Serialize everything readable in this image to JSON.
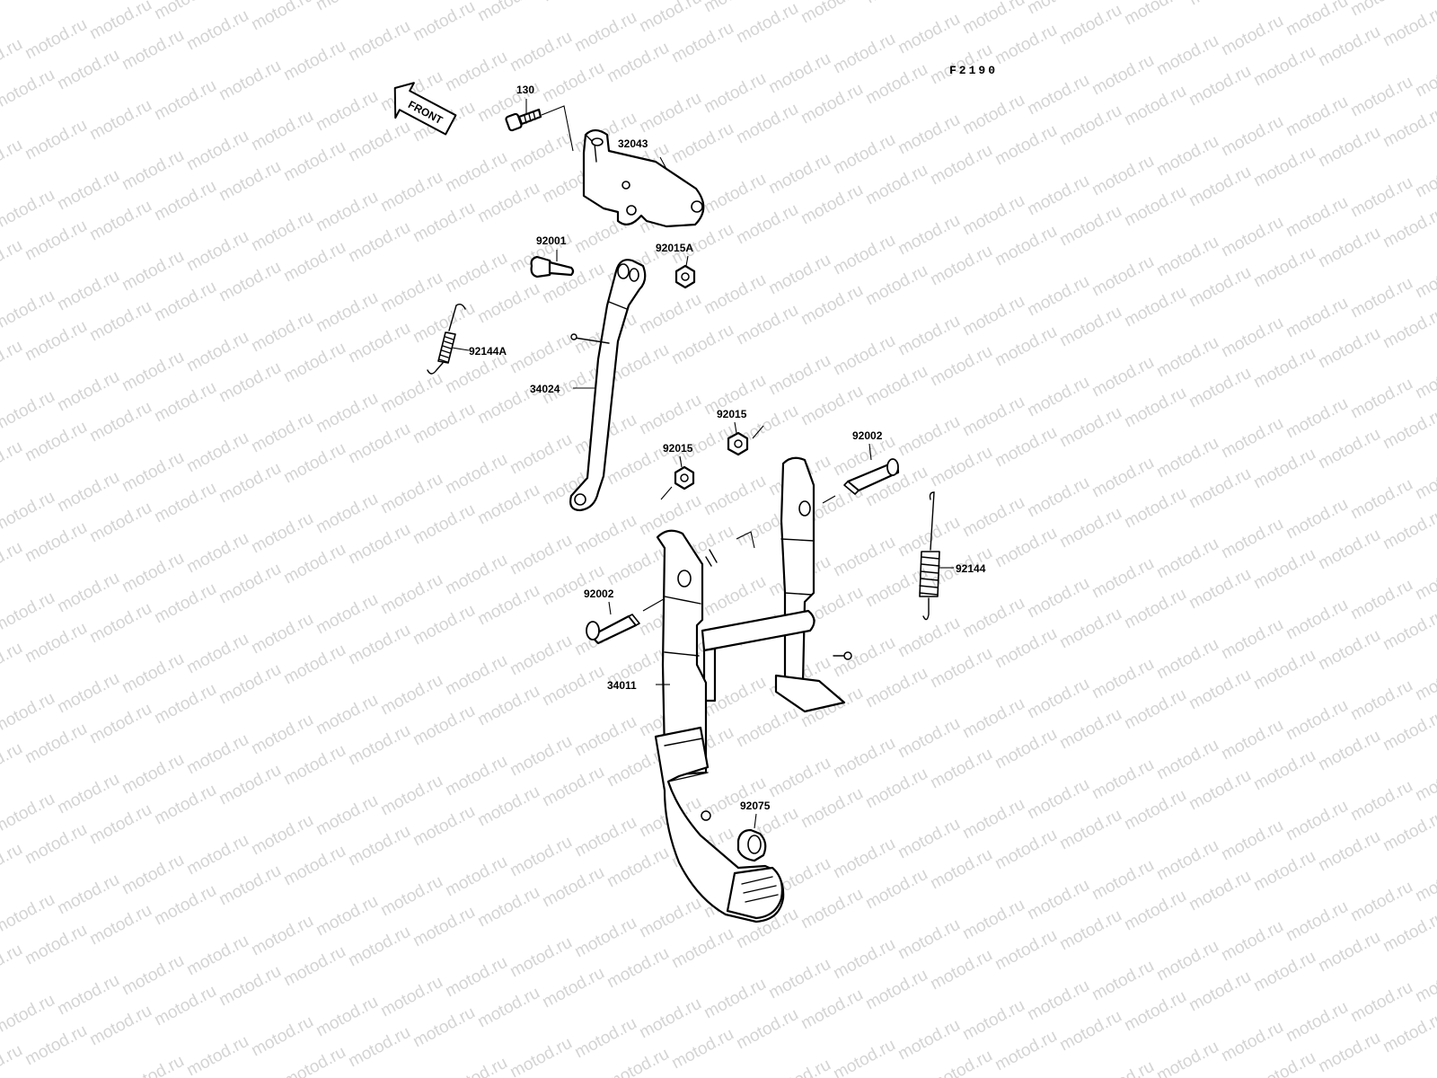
{
  "diagram_code": "F2190",
  "front_arrow_text": "FRONT",
  "watermark": "motod.ru",
  "part_labels": {
    "p130": "130",
    "p32043": "32043",
    "p92001": "92001",
    "p92015A": "92015A",
    "p92144A": "92144A",
    "p34024": "34024",
    "p92015_top": "92015",
    "p92015_mid": "92015",
    "p92002_right": "92002",
    "p92144": "92144",
    "p92002_left": "92002",
    "p34011": "34011",
    "p92075": "92075"
  }
}
